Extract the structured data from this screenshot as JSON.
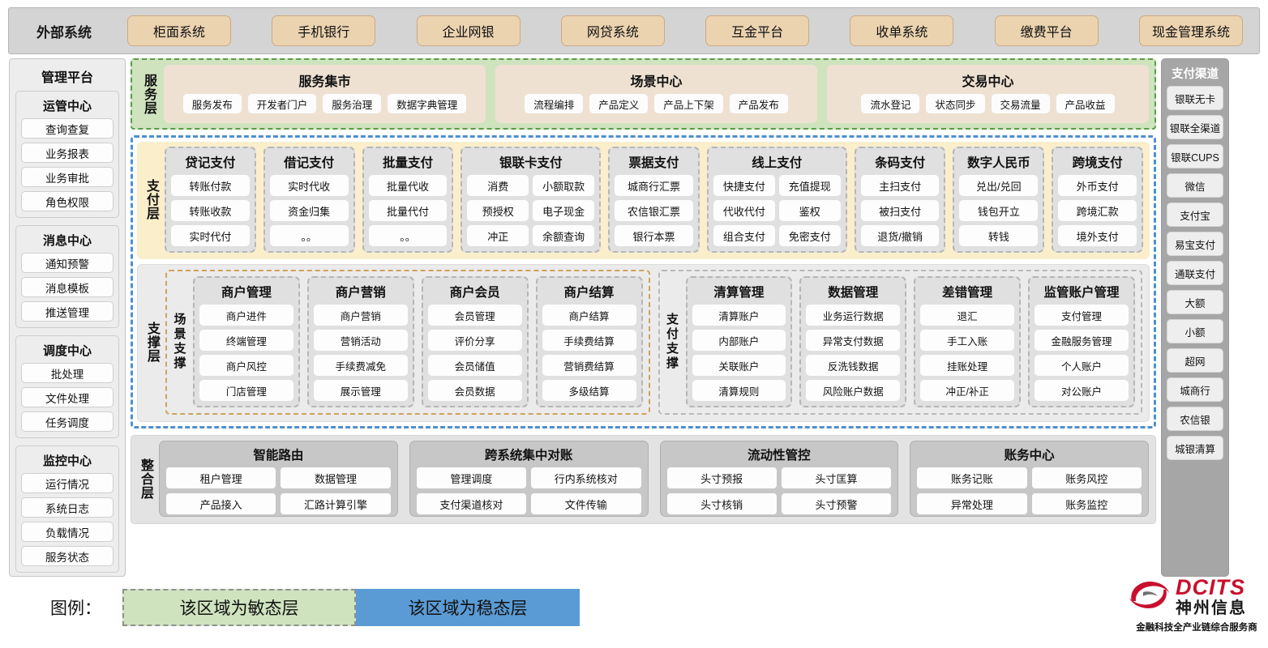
{
  "external_bar": {
    "title": "外部系统",
    "items": [
      "柜面系统",
      "手机银行",
      "企业网银",
      "网贷系统",
      "互金平台",
      "收单系统",
      "缴费平台",
      "现金管理系统"
    ]
  },
  "left_panel": {
    "title": "管理平台",
    "groups": [
      {
        "title": "运管中心",
        "items": [
          "查询查复",
          "业务报表",
          "业务审批",
          "角色权限"
        ]
      },
      {
        "title": "消息中心",
        "items": [
          "通知预警",
          "消息模板",
          "推送管理"
        ]
      },
      {
        "title": "调度中心",
        "items": [
          "批处理",
          "文件处理",
          "任务调度"
        ]
      },
      {
        "title": "监控中心",
        "items": [
          "运行情况",
          "系统日志",
          "负载情况",
          "服务状态"
        ]
      }
    ]
  },
  "right_panel": {
    "title": "支付渠道",
    "items": [
      "银联无卡",
      "银联全渠道",
      "银联CUPS",
      "微信",
      "支付宝",
      "易宝支付",
      "通联支付",
      "大额",
      "小额",
      "超网",
      "城商行",
      "农信银",
      "城银清算"
    ]
  },
  "service_layer": {
    "label": "服务层",
    "groups": [
      {
        "title": "服务集市",
        "items": [
          "服务发布",
          "开发者门户",
          "服务治理",
          "数据字典管理"
        ]
      },
      {
        "title": "场景中心",
        "items": [
          "流程编排",
          "产品定义",
          "产品上下架",
          "产品发布"
        ]
      },
      {
        "title": "交易中心",
        "items": [
          "流水登记",
          "状态同步",
          "交易流量",
          "产品收益"
        ]
      }
    ]
  },
  "payment_layer": {
    "label": "支付层",
    "groups": [
      {
        "title": "贷记支付",
        "cols": 1,
        "items": [
          "转账付款",
          "转账收款",
          "实时代付"
        ]
      },
      {
        "title": "借记支付",
        "cols": 1,
        "items": [
          "实时代收",
          "资金归集",
          "。。"
        ]
      },
      {
        "title": "批量支付",
        "cols": 1,
        "items": [
          "批量代收",
          "批量代付",
          "。。"
        ]
      },
      {
        "title": "银联卡支付",
        "cols": 2,
        "items": [
          "消费",
          "小额取款",
          "预授权",
          "电子现金",
          "冲正",
          "余额查询"
        ]
      },
      {
        "title": "票据支付",
        "cols": 1,
        "items": [
          "城商行汇票",
          "农信银汇票",
          "银行本票"
        ]
      },
      {
        "title": "线上支付",
        "cols": 2,
        "items": [
          "快捷支付",
          "充值提现",
          "代收代付",
          "鉴权",
          "组合支付",
          "免密支付"
        ]
      },
      {
        "title": "条码支付",
        "cols": 1,
        "items": [
          "主扫支付",
          "被扫支付",
          "退货/撤销"
        ]
      },
      {
        "title": "数字人民币",
        "cols": 1,
        "items": [
          "兑出/兑回",
          "钱包开立",
          "转钱"
        ]
      },
      {
        "title": "跨境支付",
        "cols": 1,
        "items": [
          "外币支付",
          "跨境汇款",
          "境外支付"
        ]
      }
    ]
  },
  "support_layer": {
    "label": "支撑层",
    "halves": [
      {
        "sublabel": "场景支撑",
        "groups": [
          {
            "title": "商户管理",
            "items": [
              "商户进件",
              "终端管理",
              "商户风控",
              "门店管理"
            ]
          },
          {
            "title": "商户营销",
            "items": [
              "商户营销",
              "营销活动",
              "手续费减免",
              "展示管理"
            ]
          },
          {
            "title": "商户会员",
            "items": [
              "会员管理",
              "评价分享",
              "会员储值",
              "会员数据"
            ]
          },
          {
            "title": "商户结算",
            "items": [
              "商户结算",
              "手续费结算",
              "营销费结算",
              "多级结算"
            ]
          }
        ]
      },
      {
        "sublabel": "支付支撑",
        "groups": [
          {
            "title": "清算管理",
            "items": [
              "清算账户",
              "内部账户",
              "关联账户",
              "清算规则"
            ]
          },
          {
            "title": "数据管理",
            "items": [
              "业务运行数据",
              "异常支付数据",
              "反洗钱数据",
              "风险账户数据"
            ]
          },
          {
            "title": "差错管理",
            "items": [
              "退汇",
              "手工入账",
              "挂账处理",
              "冲正/补正"
            ]
          },
          {
            "title": "监管账户管理",
            "items": [
              "支付管理",
              "金融服务管理",
              "个人账户",
              "对公账户"
            ]
          }
        ]
      }
    ]
  },
  "integration_layer": {
    "label": "整合层",
    "groups": [
      {
        "title": "智能路由",
        "items": [
          "租户管理",
          "数据管理",
          "产品接入",
          "汇路计算引擎"
        ]
      },
      {
        "title": "跨系统集中对账",
        "items": [
          "管理调度",
          "行内系统核对",
          "支付渠道核对",
          "文件传输"
        ]
      },
      {
        "title": "流动性管控",
        "items": [
          "头寸预报",
          "头寸匡算",
          "头寸核销",
          "头寸预警"
        ]
      },
      {
        "title": "账务中心",
        "items": [
          "账务记账",
          "账务风控",
          "异常处理",
          "账务监控"
        ]
      }
    ]
  },
  "legend": {
    "label": "图例：",
    "agile": "该区域为敏态层",
    "stable": "该区域为稳态层",
    "agile_color": "#cfe3bf",
    "stable_color": "#5b9bd5"
  },
  "logo": {
    "brand": "DCITS",
    "brand_cn": "神州信息",
    "slogan": "金融科技全产业链综合服务商",
    "brand_color": "#c8102e"
  }
}
